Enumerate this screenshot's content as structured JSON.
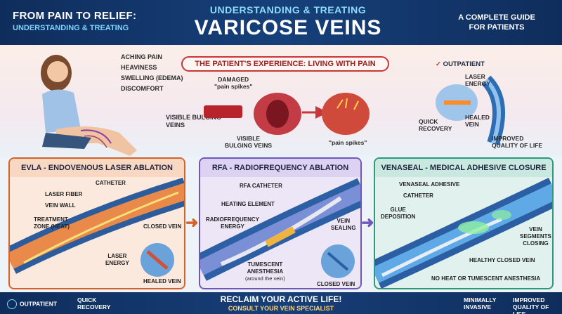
{
  "header": {
    "left_line1": "FROM PAIN TO RELIEF:",
    "left_line2": "UNDERSTANDING & TREATING",
    "center_line1": "UNDERSTANDING & TREATING",
    "center_line2": "VARICOSE VEINS",
    "right_line1": "A COMPLETE GUIDE",
    "right_line2": "FOR PATIENTS"
  },
  "experience": {
    "banner": "THE PATIENT'S EXPERIENCE: LIVING WITH PAIN",
    "symptoms": [
      "ACHING PAIN",
      "HEAVINESS",
      "SWELLING (EDEMA)",
      "DISCOMFORT"
    ],
    "symptom_left_1": "VISIBLE BULGING",
    "symptom_left_2": "VEINS",
    "damaged_1": "DAMAGED",
    "damaged_2": "\"pain spikes\"",
    "bulging_1": "VISIBLE",
    "bulging_2": "BULGING VEINS",
    "pain_spikes": "\"pain spikes\"",
    "outpatient": "OUTPATIENT",
    "laser_energy_1": "LASER",
    "laser_energy_2": "ENERGY",
    "healed_1": "HEALED",
    "healed_2": "VEIN",
    "quick_1": "QUICK",
    "quick_2": "RECOVERY",
    "improved_1": "IMPROVED",
    "improved_2": "QUALITY OF LIFE"
  },
  "panels": {
    "evla": {
      "title": "EVLA - ENDOVENOUS LASER ABLATION",
      "catheter": "CATHETER",
      "laser_fiber": "LASER FIBER",
      "vein_wall": "VEIN WALL",
      "treatment_1": "TREATMENT",
      "treatment_2": "ZONE (HEAT)",
      "closed_vein": "CLOSED VEIN",
      "laser_1": "LASER",
      "laser_2": "ENERGY",
      "healed_vein": "HEALED VEIN"
    },
    "rfa": {
      "title": "RFA - RADIOFREQUENCY ABLATION",
      "catheter": "RFA CATHETER",
      "heating": "HEATING ELEMENT",
      "rf_1": "RADIOFREQUENCY",
      "rf_2": "ENERGY",
      "sealing_1": "VEIN",
      "sealing_2": "SEALING",
      "tumescent_1": "TUMESCENT",
      "tumescent_2": "ANESTHESIA",
      "tumescent_3": "(around the vein)",
      "closed_vein": "CLOSED VEIN"
    },
    "venaseal": {
      "title": "VENASEAL - MEDICAL ADHESIVE CLOSURE",
      "adhesive": "VENASEAL ADHESIVE",
      "catheter": "CATHETER",
      "glue_1": "GLUE",
      "glue_2": "DEPOSITION",
      "seg_1": "VEIN",
      "seg_2": "SEGMENTS",
      "seg_3": "CLOSING",
      "healthy": "HEALTHY CLOSED VEIN",
      "no_heat": "NO HEAT OR TUMESCENT ANESTHESIA"
    }
  },
  "footer": {
    "outpatient": "OUTPATIENT",
    "quick_1": "QUICK",
    "quick_2": "RECOVERY",
    "center_1": "RECLAIM YOUR ACTIVE LIFE!",
    "center_2": "CONSULT YOUR VEIN SPECIALIST",
    "min_1": "MINIMALLY",
    "min_2": "INVASIVE",
    "imp_1": "IMPROVED",
    "imp_2": "QUALITY OF LIFE"
  },
  "colors": {
    "navy": "#0f2d5c",
    "accent_red": "#c8363a",
    "evla": "#d4632a",
    "rfa": "#6f58b8",
    "venaseal": "#2f9a7b"
  }
}
